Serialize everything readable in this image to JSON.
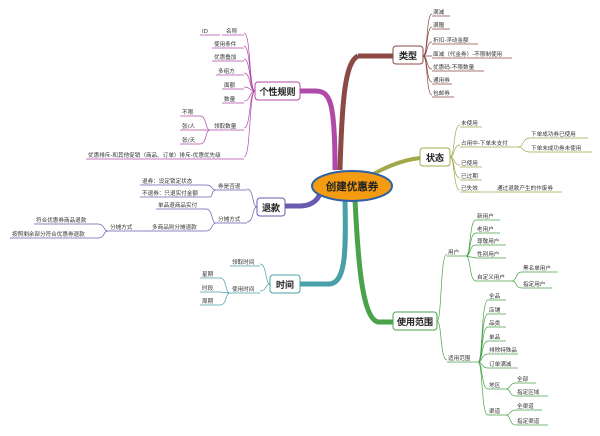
{
  "center": "创建优惠券",
  "colors": {
    "center_fill": "#f39c12",
    "center_stroke": "#2f5fa8",
    "type": "#8b4a45",
    "status": "#a3a84a",
    "scope": "#4aa34a",
    "time": "#4aa0a8",
    "refund": "#6b5bb0",
    "custom": "#b04aa8"
  },
  "branches": {
    "custom": {
      "label": "个性规则",
      "items": [
        "ID",
        "名称",
        "使用条件",
        "优惠叠加",
        "多组方",
        "面额",
        "数量",
        "不限",
        "张/人",
        "张/天",
        "领取数量",
        "优惠排斥-和其他促销（商品、订单）排斥-优惠优先级"
      ]
    },
    "refund": {
      "label": "退款",
      "items": [
        "退券：设定锁定状态",
        "不退券：只退实付金额",
        "券是否退",
        "单品退商品实付",
        "分摊方式",
        "符合优惠券商品退款",
        "按照剩余部分符合优惠券退款",
        "分摊方式",
        "多商品则分摊退款"
      ]
    },
    "time": {
      "label": "时间",
      "items": [
        "领取时间",
        "星期",
        "时段",
        "周期",
        "使用时间"
      ]
    },
    "type": {
      "label": "类型",
      "items": [
        "满减",
        "满赠",
        "折扣-浮动金额",
        "面减（代金券）-不限制使用",
        "优惠码-不限数量",
        "通用券",
        "包邮券"
      ]
    },
    "status": {
      "label": "状态",
      "items": [
        "未使用",
        "占用中-下单未支付",
        "下单成功券已使用",
        "下单未成功券未使用",
        "已使用",
        "已过期",
        "已失效",
        "通过退款产生的作废券"
      ]
    },
    "scope": {
      "label": "使用范围",
      "items": [
        "用户",
        "新用户",
        "老用户",
        "尊敬用户",
        "性别用户",
        "自定义用户",
        "黑名单用户",
        "指定用户",
        "适用范围",
        "全品",
        "店铺",
        "品类",
        "单品",
        "排除特殊品",
        "订单满减",
        "地区",
        "全部",
        "指定区域",
        "渠道",
        "全渠道",
        "指定渠道"
      ]
    }
  }
}
